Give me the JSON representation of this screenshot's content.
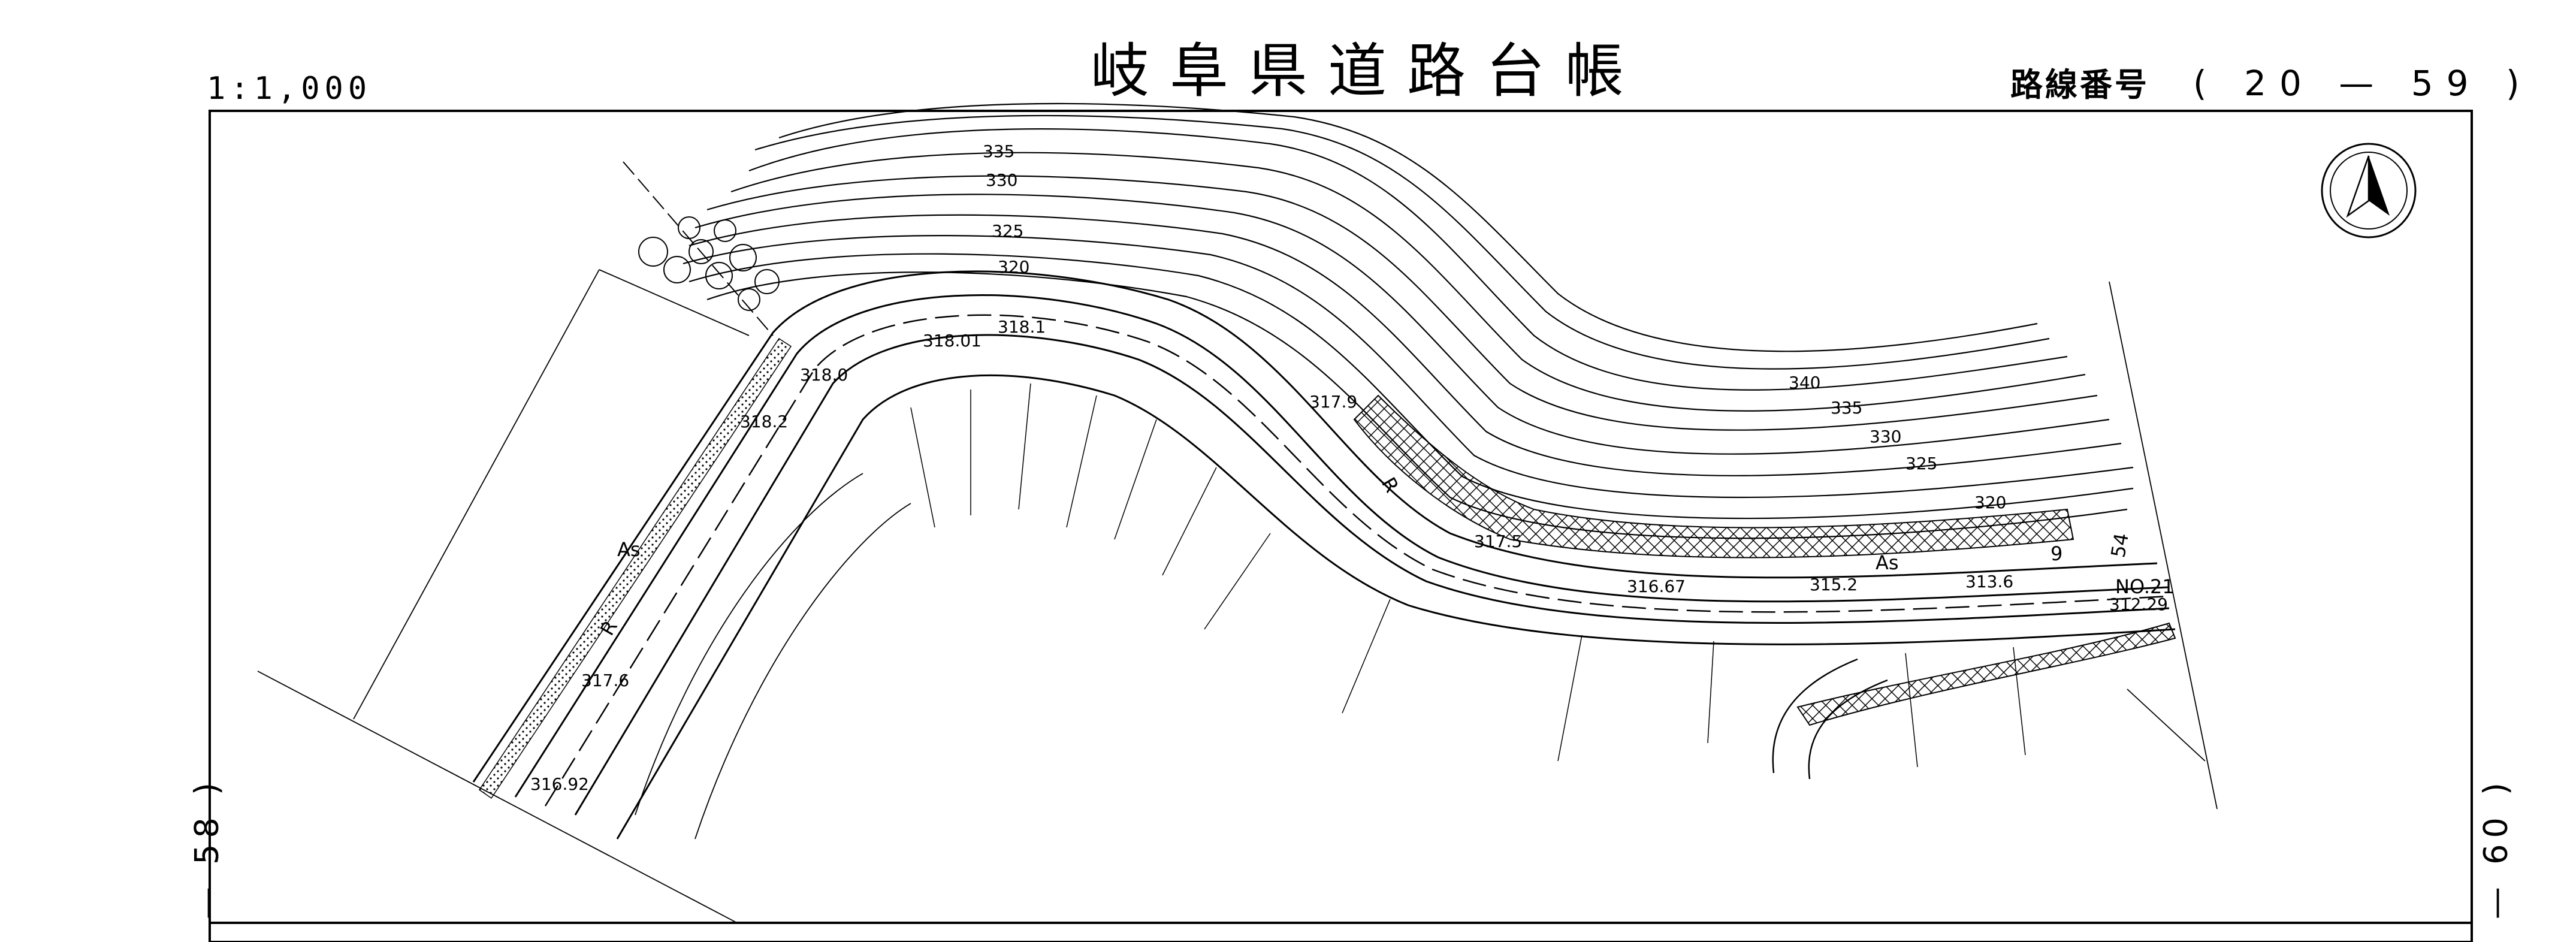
{
  "header": {
    "scale": "1:1,000",
    "title": "岐阜県道路台帳",
    "route_label": "路線番号",
    "route_value": "( 20 — 59 )"
  },
  "side_refs": {
    "left": "— 58 )",
    "right": "— 60 )"
  },
  "map": {
    "contour_labels": [
      "335",
      "330",
      "325",
      "320",
      "340",
      "335",
      "330",
      "325",
      "320"
    ],
    "elevation_labels": [
      "318.0",
      "318.01",
      "318.1",
      "318.2",
      "317.9",
      "317.6",
      "316.92",
      "317.5",
      "316.67",
      "315.2",
      "313.6",
      "312.29"
    ],
    "surface_labels": [
      "As",
      "As"
    ],
    "misc_labels": [
      "R",
      "R",
      "9",
      "54"
    ],
    "station_label": "NO.21",
    "north_arrow": "north-arrow-icon"
  }
}
